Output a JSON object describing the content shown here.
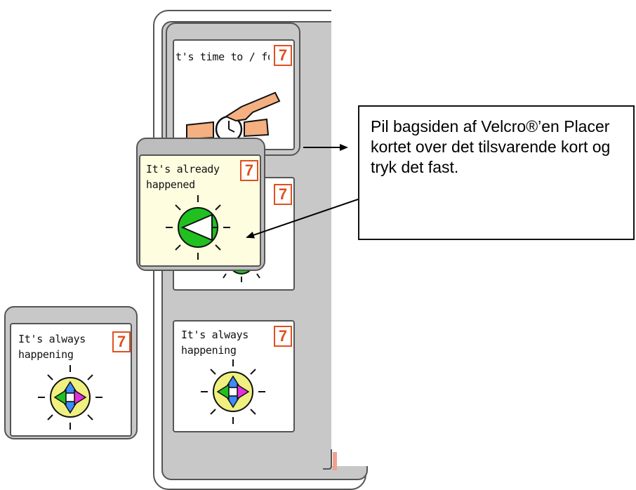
{
  "cards": {
    "top_card": {
      "label": "t's time to / for",
      "number": "7",
      "icon": "watch-icon"
    },
    "moving_card": {
      "label": "It's already\nhappened",
      "number": "7",
      "icon": "sun-arrow-icon"
    },
    "hidden_card": {
      "number": "7"
    },
    "board_bottom_card": {
      "label": "It's always\nhappening",
      "number": "7",
      "icon": "sun-cross-icon"
    },
    "left_card": {
      "label": "It's always\nhappening",
      "number": "7",
      "icon": "sun-cross-icon"
    }
  },
  "callout": {
    "text": "Pil bagsiden af Velcro®’en Placer kortet over det tilsvarende kort og tryk det fast."
  },
  "colors": {
    "board_grey": "#c8c8c8",
    "number_orange": "#e05020",
    "highlight_yellow": "#fffde0",
    "green": "#20c020",
    "blue": "#3c8cff",
    "magenta": "#e030e0",
    "sun_yellow": "#f0f080"
  }
}
